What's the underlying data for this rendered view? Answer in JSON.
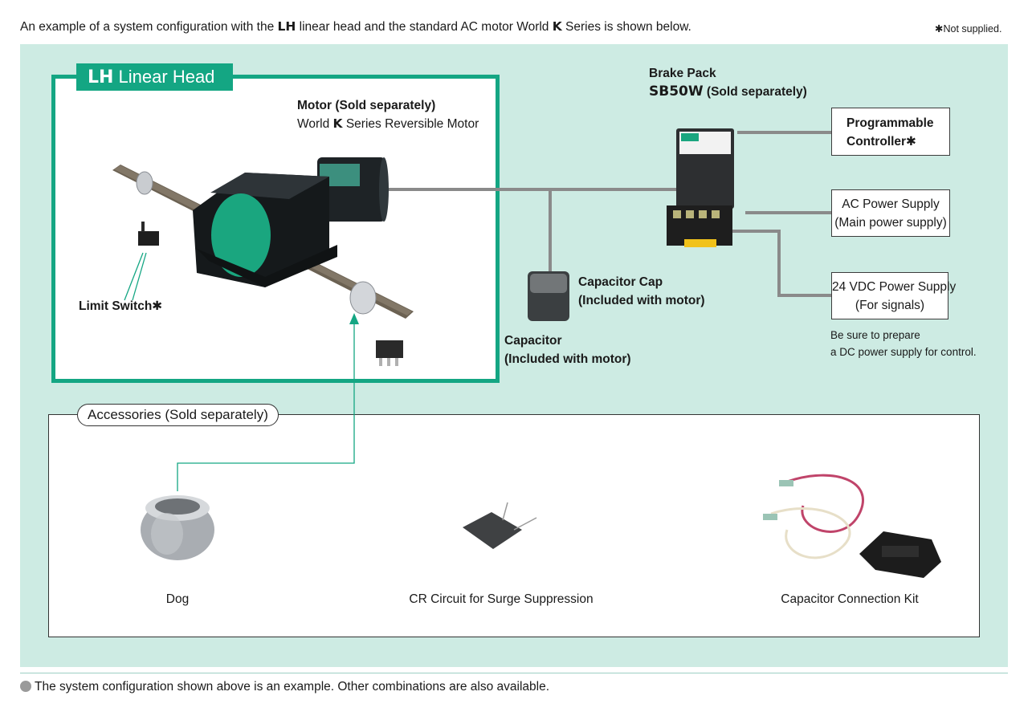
{
  "intro": {
    "prefix": "An example of a system configuration with the ",
    "lh": "LH",
    "middle": " linear head and the standard AC motor World ",
    "k": "K",
    "suffix": " Series is shown below."
  },
  "not_supplied_note": "✱Not supplied.",
  "linear_head": {
    "tab_bold": "LH",
    "tab_text": " Linear Head"
  },
  "motor": {
    "title": "Motor (Sold separately)",
    "sub_prefix": "World ",
    "sub_k": "K",
    "sub_suffix": " Series Reversible Motor"
  },
  "limit_switch": "Limit Switch✱",
  "brake_pack": {
    "title": "Brake Pack",
    "model": "SB50W",
    "model_suffix": " (Sold separately)"
  },
  "capacitor_cap": {
    "line1": "Capacitor Cap",
    "line2": "(Included with motor)"
  },
  "capacitor": {
    "line1": "Capacitor",
    "line2": "(Included with motor)"
  },
  "programmable_controller": {
    "line1": "Programmable",
    "line2": "Controller✱"
  },
  "ac_power": {
    "line1": "AC Power Supply",
    "line2": "(Main power supply)"
  },
  "dc_power": {
    "line1": "24 VDC Power Supply",
    "line2": "(For signals)"
  },
  "dc_note": {
    "line1": "Be sure to prepare",
    "line2": "a DC power supply for control."
  },
  "accessories": {
    "title": "Accessories (Sold separately)",
    "items": [
      "Dog",
      "CR Circuit for Surge Suppression",
      "Capacitor Connection Kit"
    ]
  },
  "footer": "The system configuration shown above is an example. Other combinations are also available.",
  "colors": {
    "accent": "#14a683",
    "background": "#cdebe3",
    "wire": "#8a8a8a"
  }
}
